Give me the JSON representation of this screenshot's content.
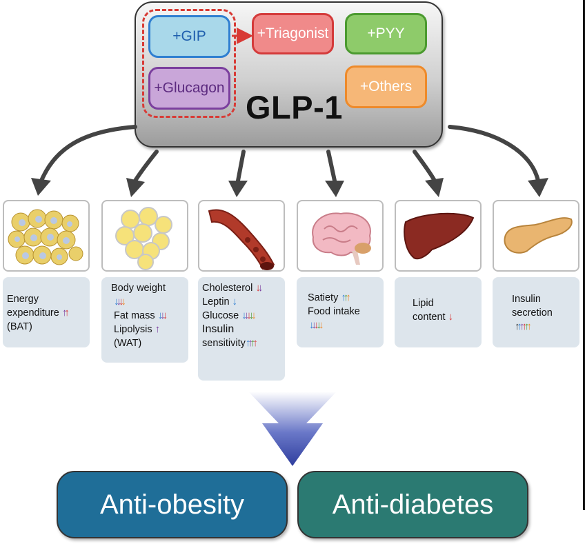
{
  "hub": {
    "label": "GLP-1",
    "partners": [
      {
        "label": "+GIP",
        "fill": "#a9d8ea",
        "stroke": "#2f7fd1",
        "text": "#1f5fae"
      },
      {
        "label": "+Glucagon",
        "fill": "#c9a6d9",
        "stroke": "#7b3f9e",
        "text": "#5d2b80"
      },
      {
        "label": "+Triagonist",
        "fill": "#f08a8a",
        "stroke": "#d43a3a",
        "text": "#ffffff"
      },
      {
        "label": "+PYY",
        "fill": "#8ecb6a",
        "stroke": "#4b9a2f",
        "text": "#ffffff"
      },
      {
        "label": "+Others",
        "fill": "#f6b777",
        "stroke": "#ee8a2a",
        "text": "#ffffff"
      }
    ]
  },
  "effects": [
    {
      "organ": "brown-fat",
      "lines": [
        "Energy",
        "expenditure",
        "(BAT)"
      ],
      "arrows": [
        "#7b3fa0",
        "#d93a3a"
      ],
      "arrow_dir": "up"
    },
    {
      "organ": "white-fat",
      "lines": [
        "Body weight",
        "Fat mass",
        "Lipolysis",
        "(WAT)"
      ],
      "bodyweight_arrows": [
        "#2f7fd1",
        "#7b3fa0",
        "#d93a3a",
        "#ee8a2a"
      ],
      "fatmass_arrows": [
        "#2f7fd1",
        "#7b3fa0",
        "#d93a3a"
      ],
      "lipolysis_arrows": [
        "#7b3fa0"
      ]
    },
    {
      "organ": "blood-vessel",
      "lines": [
        "Cholesterol",
        "Leptin",
        "Glucose",
        "Insulin",
        "sensitivity"
      ],
      "chol_arrows": [
        "#d93a3a",
        "#7b3fa0"
      ],
      "leptin_arrows": [
        "#2f7fd1"
      ],
      "glucose_arrows": [
        "#2f7fd1",
        "#7b3fa0",
        "#d93a3a",
        "#4b9a2f",
        "#ee8a2a"
      ],
      "insulin_arrows": [
        "#2f7fd1",
        "#7b3fa0",
        "#4b9a2f",
        "#d93a3a"
      ]
    },
    {
      "organ": "brain",
      "lines": [
        "Satiety",
        "Food intake"
      ],
      "satiety_arrows": [
        "#2f7fd1",
        "#4b9a2f",
        "#ee8a2a"
      ],
      "food_arrows": [
        "#2f7fd1",
        "#7b3fa0",
        "#d93a3a",
        "#4b9a2f",
        "#ee8a2a"
      ]
    },
    {
      "organ": "liver",
      "lines": [
        "Lipid",
        "content"
      ],
      "arrows": [
        "#d93a3a"
      ],
      "arrow_dir": "down"
    },
    {
      "organ": "pancreas",
      "lines": [
        "Insulin",
        "secretion"
      ],
      "arrows": [
        "#333333",
        "#2f7fd1",
        "#7b3fa0",
        "#d93a3a",
        "#4b9a2f",
        "#ee8a2a"
      ],
      "arrow_dir": "up"
    }
  ],
  "outcomes": [
    {
      "label": "Anti-obesity",
      "color": "#1f6e98"
    },
    {
      "label": "Anti-diabetes",
      "color": "#2b7a72"
    }
  ]
}
